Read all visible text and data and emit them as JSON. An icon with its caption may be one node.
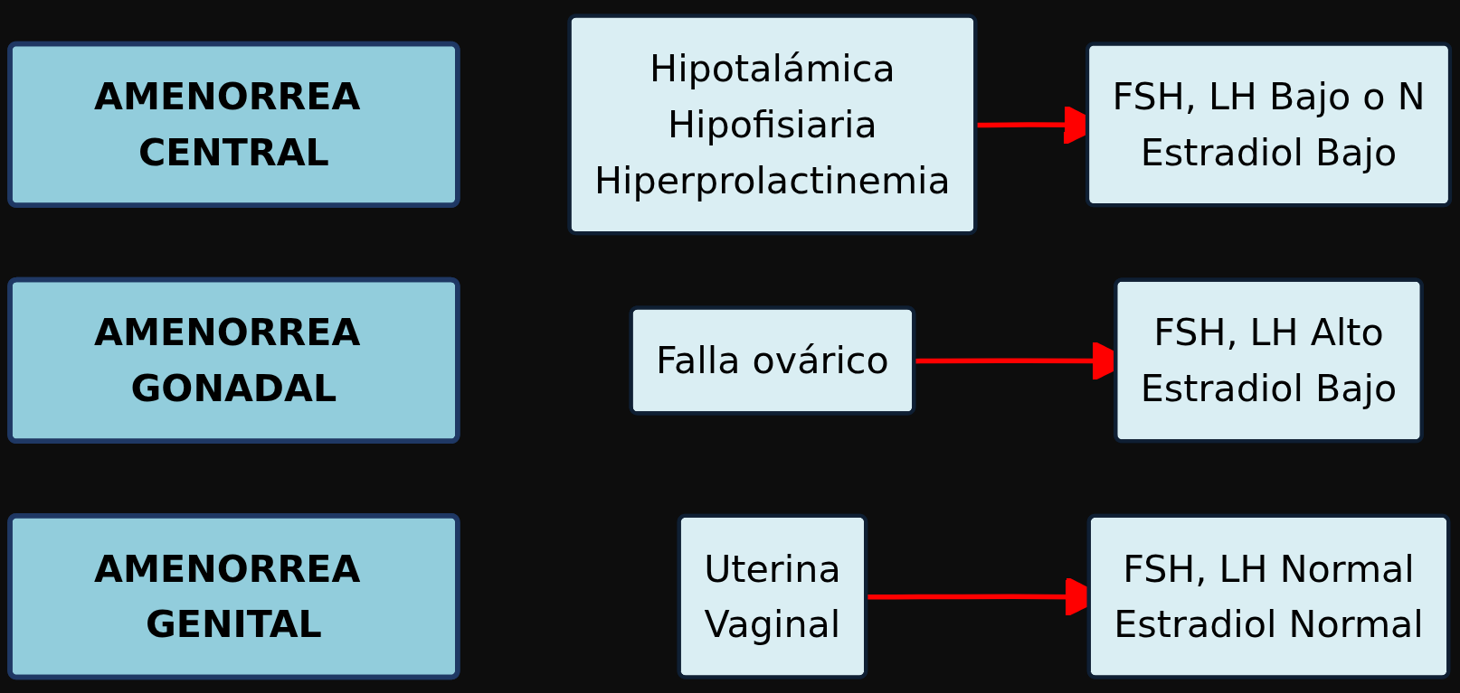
{
  "diagram": {
    "nodes": [
      {
        "text": [
          "AMENORREA CENTRAL"
        ]
      },
      {
        "text": [
          "Hipotalámica",
          "Hipofisiaria",
          "Hiperprolactinemia"
        ]
      },
      {
        "text": [
          "FSH, LH Bajo o N",
          "Estradiol Bajo"
        ]
      },
      {
        "text": [
          "AMENORREA GONADAL"
        ]
      },
      {
        "text": [
          "Falla ovárico"
        ]
      },
      {
        "text": [
          "FSH, LH Alto",
          "Estradiol Bajo"
        ]
      },
      {
        "text": [
          "AMENORREA GENITAL"
        ]
      },
      {
        "text": [
          "Uterina",
          "Vaginal"
        ]
      },
      {
        "text": [
          "FSH, LH Normal",
          "Estradiol Normal"
        ]
      }
    ],
    "edges": [
      {
        "from": 1,
        "to": 2,
        "arrow": "to"
      },
      {
        "from": 4,
        "to": 5,
        "arrow": "to"
      },
      {
        "from": 7,
        "to": 8,
        "arrow": "to"
      }
    ]
  }
}
